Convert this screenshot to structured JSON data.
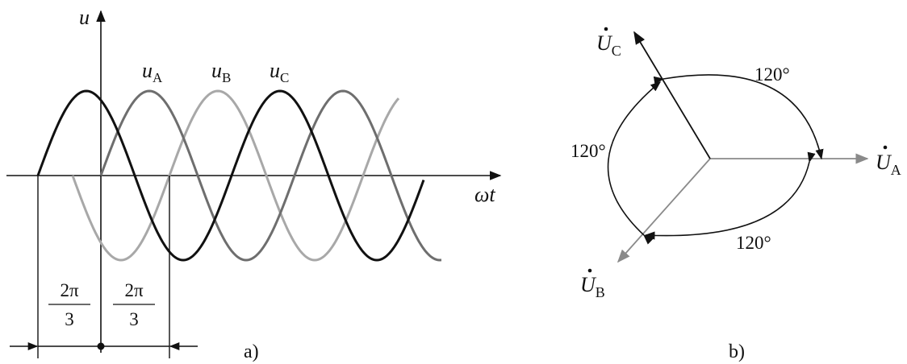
{
  "panel_a": {
    "label": "a)",
    "axis_y": "u",
    "axis_x": "ωt",
    "waves": [
      {
        "var": "u",
        "sub": "A",
        "color": "#111111"
      },
      {
        "var": "u",
        "sub": "B",
        "color": "#6e6e6e"
      },
      {
        "var": "u",
        "sub": "C",
        "color": "#a8a8a8"
      }
    ],
    "fraction_num": "2π",
    "fraction_den": "3"
  },
  "panel_b": {
    "label": "b)",
    "phasors": [
      {
        "var": "U",
        "sub": "A",
        "color": "#8a8a8a"
      },
      {
        "var": "U",
        "sub": "B",
        "color": "#8a8a8a"
      },
      {
        "var": "U",
        "sub": "C",
        "color": "#111111"
      }
    ],
    "angle_label": "120°"
  },
  "colors": {
    "black": "#111111",
    "dark_gray": "#6e6e6e",
    "light_gray": "#a8a8a8"
  }
}
